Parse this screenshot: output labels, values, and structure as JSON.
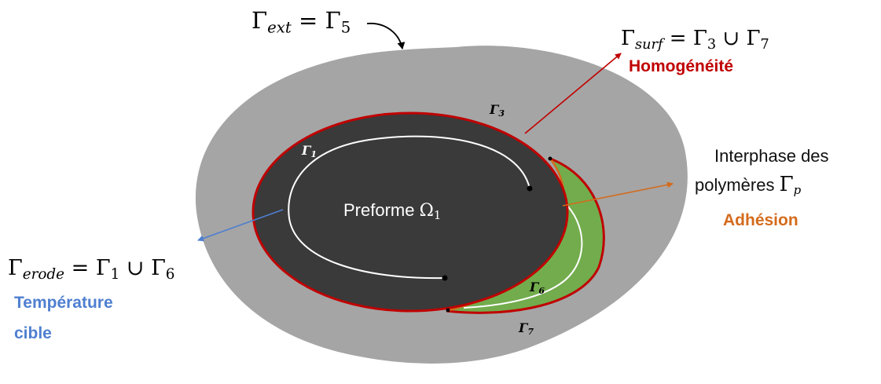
{
  "ext_label": {
    "lhs": "Γ",
    "lhs_sub": "ext",
    "eq": " = ",
    "rhs": "Γ",
    "rhs_sub": "5"
  },
  "surf_label": {
    "lhs": "Γ",
    "lhs_sub": "surf",
    "eq": " = ",
    "a": "Γ",
    "a_sub": "3",
    "cup": " ∪ ",
    "b": "Γ",
    "b_sub": "7"
  },
  "surf_caption": "Homogénéité",
  "interphase": {
    "line1": "Interphase des",
    "line2": "polymères ",
    "gamma": "Γ",
    "gamma_sub": "p",
    "caption": "Adhésion"
  },
  "erode_label": {
    "lhs": "Γ",
    "lhs_sub": "erode",
    "eq": " = ",
    "a": "Γ",
    "a_sub": "1",
    "cup": " ∪ ",
    "b": "Γ",
    "b_sub": "6"
  },
  "erode_caption": {
    "line1": "Température",
    "line2": "cible"
  },
  "preform": {
    "text": "Preforme ",
    "omega": "Ω",
    "omega_sub": "1"
  },
  "boundary_tags": {
    "g1": {
      "sym": "Γ",
      "sub": "1"
    },
    "g3": {
      "sym": "Γ",
      "sub": "3"
    },
    "g6": {
      "sym": "Γ",
      "sub": "6"
    },
    "g7": {
      "sym": "Γ",
      "sub": "7"
    }
  },
  "colors": {
    "outer_domain": "#a5a5a5",
    "preform": "#3a3a3a",
    "boundary_red": "#c00000",
    "polymer_green": "#72ac4d",
    "arrow_red": "#c00000",
    "arrow_orange": "#d46b1c",
    "arrow_blue": "#4f7fd0",
    "caption_red": "#c00000",
    "caption_orange": "#d46b1c",
    "caption_blue": "#4f7fd0"
  }
}
